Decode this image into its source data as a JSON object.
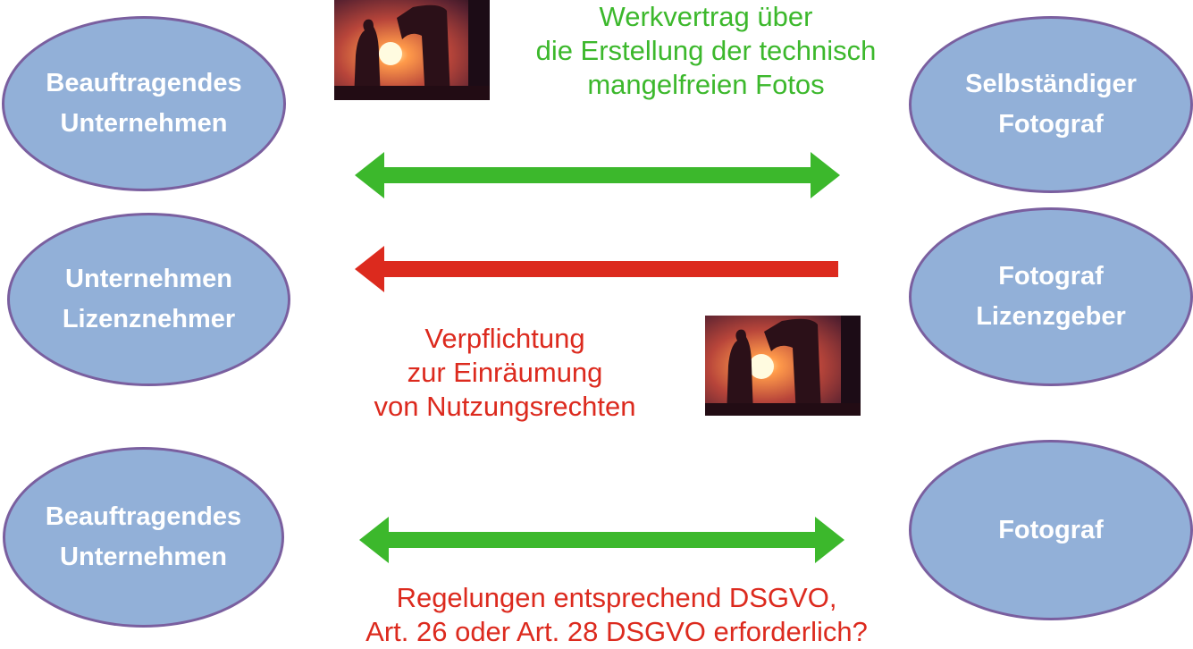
{
  "rows": [
    {
      "left_party": [
        "Beauftragendes",
        "Unternehmen"
      ],
      "right_party": [
        "Selbständiger",
        "Fotograf"
      ],
      "arrow": "double",
      "caption": [
        "Werkvertrag über",
        "die Erstellung der technisch",
        "mangelfreien Fotos"
      ]
    },
    {
      "left_party": [
        "Unternehmen",
        "Lizenznehmer"
      ],
      "right_party": [
        "Fotograf",
        "Lizenzgeber"
      ],
      "arrow": "left",
      "caption": [
        "Verpflichtung",
        "zur Einräumung",
        "von Nutzungsrechten"
      ]
    },
    {
      "left_party": [
        "Beauftragendes",
        "Unternehmen"
      ],
      "right_party": [
        "Fotograf"
      ],
      "arrow": "double",
      "caption": [
        "Regelungen entsprechend DSGVO,",
        "Art. 26 oder Art. 28 DSGVO erforderlich?"
      ]
    }
  ],
  "colors": {
    "ellipse_fill": "#92b0d8",
    "ellipse_border": "#7a5f9f",
    "green": "#3cb82c",
    "red": "#dc2a1e"
  },
  "icons": [
    "sunset-photo-icon",
    "sunset-photo-icon"
  ]
}
